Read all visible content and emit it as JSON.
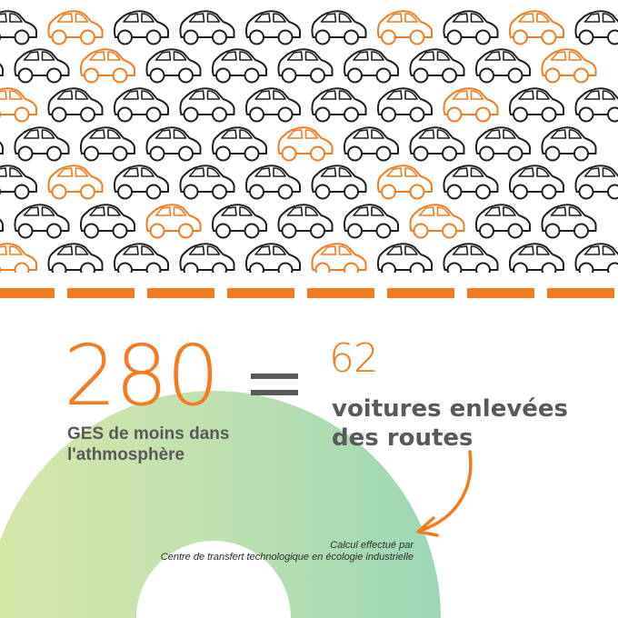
{
  "infographic": {
    "big_number": "280",
    "big_caption": "GES de moins dans l'athmosphère",
    "equals_symbol": "=",
    "small_number": "62",
    "small_caption": "voitures enlevées des routes",
    "credit_line1": "Calcul effectué par",
    "credit_line2": "Centre de transfert technologique en écologie industrielle"
  },
  "car_grid": {
    "icon": "car-outline-icon",
    "rows": [
      [
        "black",
        "orange",
        "black",
        "black",
        "black",
        "black",
        "orange",
        "black",
        "orange",
        "black"
      ],
      [
        "black",
        "black",
        "orange",
        "black",
        "black",
        "black",
        "black",
        "black",
        "black",
        "orange"
      ],
      [
        "orange",
        "black",
        "black",
        "black",
        "black",
        "black",
        "black",
        "orange",
        "black",
        "black"
      ],
      [
        "black",
        "black",
        "black",
        "black",
        "black",
        "orange",
        "black",
        "black",
        "black",
        "black"
      ],
      [
        "black",
        "orange",
        "black",
        "black",
        "black",
        "black",
        "orange",
        "black",
        "black",
        "black"
      ],
      [
        "black",
        "black",
        "black",
        "orange",
        "black",
        "black",
        "black",
        "orange",
        "black",
        "black"
      ],
      [
        "orange",
        "black",
        "black",
        "black",
        "black",
        "orange",
        "black",
        "black",
        "black",
        "black"
      ]
    ]
  },
  "colors": {
    "accent": "#f47b20",
    "outline_dark": "#231f20",
    "text_dark": "#595959",
    "arc_left": "#d8e7a8",
    "arc_right": "#9ad8b4"
  }
}
